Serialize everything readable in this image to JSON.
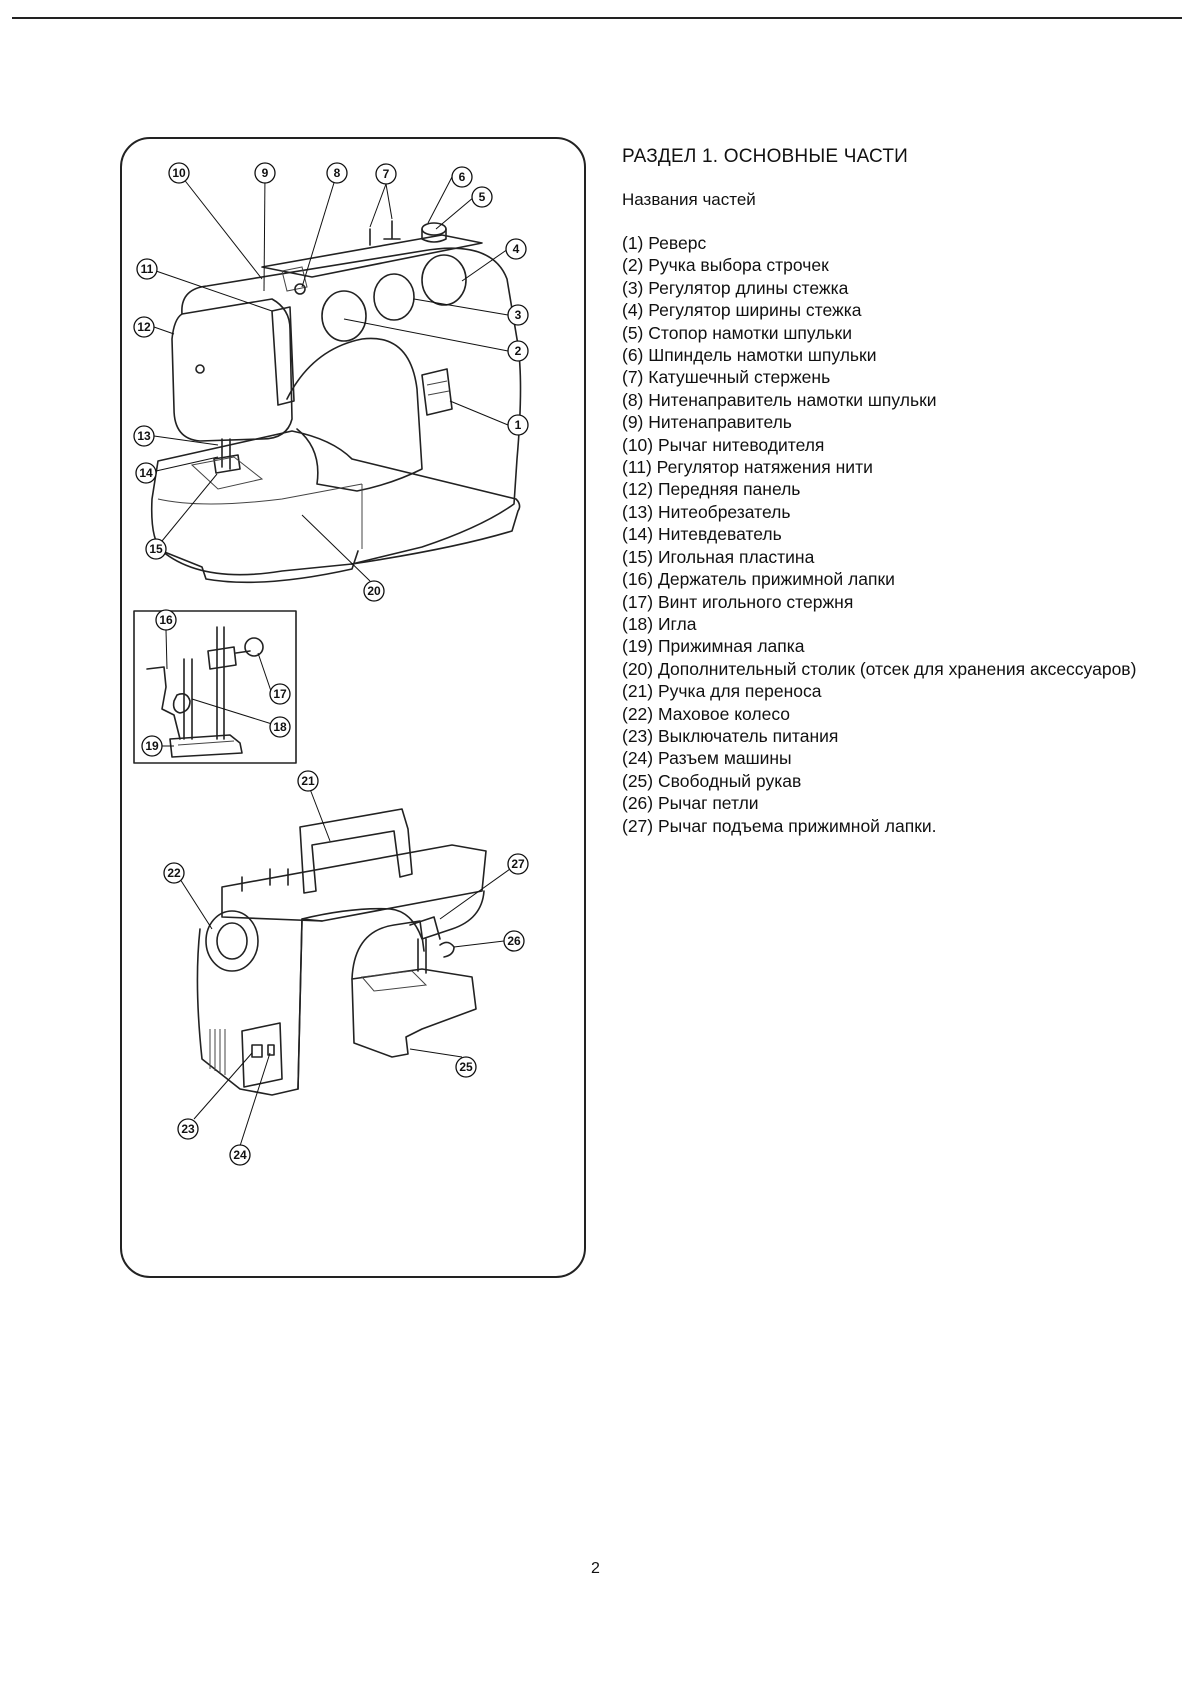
{
  "header": {
    "section_title": "РАЗДЕЛ 1. ОСНОВНЫЕ ЧАСТИ",
    "subtitle": "Названия частей"
  },
  "parts": [
    "(1)  Реверс",
    "(2)  Ручка выбора строчек",
    "(3)  Регулятор длины стежка",
    "(4)  Регулятор ширины стежка",
    "(5)  Стопор намотки шпульки",
    "(6)  Шпиндель намотки шпульки",
    "(7)  Катушечный стержень",
    "(8)  Нитенаправитель намотки шпульки",
    "(9)  Нитенаправитель",
    "(10) Рычаг нитеводителя",
    "(11) Регулятор натяжения нити",
    "(12) Передняя панель",
    "(13) Нитеобрезатель",
    "(14) Нитевдеватель",
    "(15) Игольная пластина",
    "(16) Держатель прижимной лапки",
    "(17) Винт игольного стержня",
    "(18) Игла",
    "(19) Прижимная лапка",
    "(20) Дополнительный столик (отсек для хранения аксессуаров)",
    "(21) Ручка для переноса",
    "(22) Маховое колесо",
    "(23) Выключатель питания",
    "(24) Разъем машины",
    "(25) Свободный рукав",
    "(26) Рычаг петли",
    "(27) Рычаг подъема прижимной лапки."
  ],
  "callouts": {
    "c1": "1",
    "c2": "2",
    "c3": "3",
    "c4": "4",
    "c5": "5",
    "c6": "6",
    "c7": "7",
    "c8": "8",
    "c9": "9",
    "c10": "10",
    "c11": "11",
    "c12": "12",
    "c13": "13",
    "c14": "14",
    "c15": "15",
    "c16": "16",
    "c17": "17",
    "c18": "18",
    "c19": "19",
    "c20": "20",
    "c21": "21",
    "c22": "22",
    "c23": "23",
    "c24": "24",
    "c25": "25",
    "c26": "26",
    "c27": "27"
  },
  "footer": {
    "page_number": "2"
  }
}
